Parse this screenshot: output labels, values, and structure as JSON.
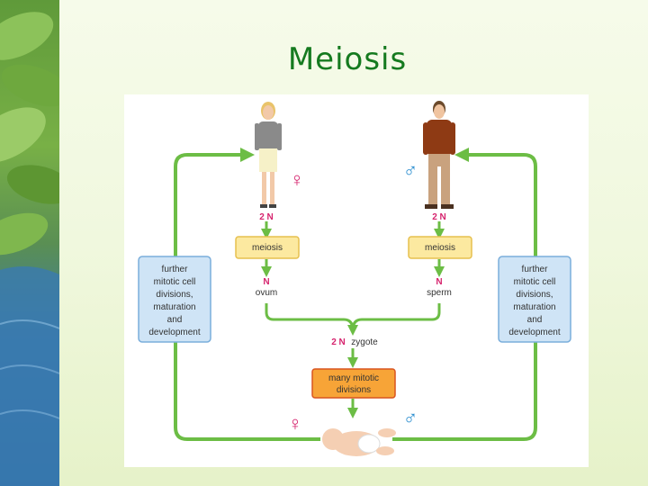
{
  "slide": {
    "title": "Meiosis"
  },
  "diagram": {
    "female_ploidy": "2 N",
    "male_ploidy": "2 N",
    "meiosis_left": "meiosis",
    "meiosis_right": "meiosis",
    "ovum_ploidy": "N",
    "ovum_label": "ovum",
    "sperm_ploidy": "N",
    "sperm_label": "sperm",
    "zygote_ploidy": "2 N",
    "zygote_label": "zygote",
    "mitotic_line1": "many mitotic",
    "mitotic_line2": "divisions",
    "further_left": [
      "further",
      "mitotic cell",
      "divisions,",
      "maturation",
      "and",
      "development"
    ],
    "further_right": [
      "further",
      "mitotic cell",
      "divisions,",
      "maturation",
      "and",
      "development"
    ],
    "female_symbol": "♀",
    "male_symbol": "♂",
    "colors": {
      "arrow_green": "#6cbd45",
      "magenta": "#d6246e",
      "yellow_box": "#fce9a0",
      "yellow_border": "#e6c04f",
      "orange_box": "#f7a437",
      "orange_border": "#d9541f",
      "blue_box": "#cfe4f6",
      "blue_border": "#7aaedb",
      "symbol_blue": "#2d8fd0"
    }
  }
}
